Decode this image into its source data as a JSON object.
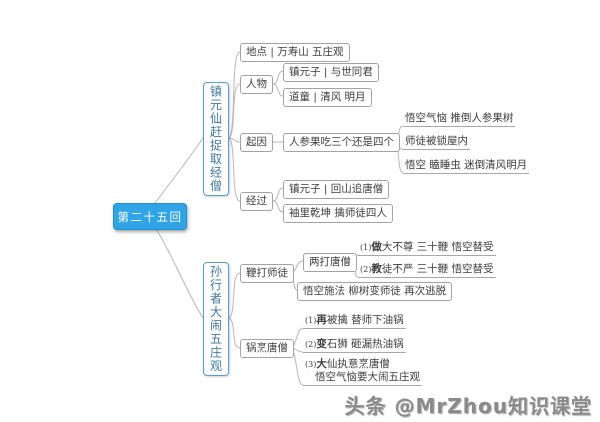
{
  "colors": {
    "root_fill": "#31a4e6",
    "root_border": "#1f8fd0",
    "branch_border": "#5b9bd5",
    "branch_text": "#41799f",
    "node_border": "#a3a3a3",
    "node_text": "#3d3d3d",
    "connector_line": "#b7b7b7",
    "watermark_text": "#8a8a8a"
  },
  "root": {
    "label": "第二十五回"
  },
  "branch_top": {
    "label": "镇元仙赶捉取经僧",
    "location": {
      "label": "地点 | 万寿山 五庄观"
    },
    "people": {
      "label": "人物",
      "items": [
        "镇元子 | 与世同君",
        "道童 | 清风 明月"
      ]
    },
    "cause": {
      "label": "起因",
      "main": "人参果吃三个还是四个",
      "details": [
        "悟空气恼 推倒人参果树",
        "师徒被锁屋内",
        "悟空 瞌睡虫 迷倒清风明月"
      ]
    },
    "course": {
      "label": "经过",
      "items": [
        "镇元子 | 回山追唐僧",
        "袖里乾坤 擒师徒四人"
      ]
    }
  },
  "branch_bottom": {
    "label": "孙行者大闹五庄观",
    "whip": {
      "label": "鞭打师徒",
      "twice": {
        "label": "两打唐僧",
        "items": [
          {
            "num": "(1)",
            "bold": "做",
            "rest": "大不尊 三十鞭 悟空替受"
          },
          {
            "num": "(2)",
            "bold": "教",
            "rest": "徒不严 三十鞭 悟空替受"
          }
        ]
      },
      "escape": {
        "label": "悟空施法 柳树变师徒 再次逃脱"
      }
    },
    "boil": {
      "label": "锅烹唐僧",
      "items": [
        {
          "num": "(1)",
          "bold": "再",
          "rest": "被擒 替师下油锅"
        },
        {
          "num": "(2)",
          "bold": "变",
          "rest": "石狮 砸漏热油锅"
        },
        {
          "num": "(3)",
          "bold": "大",
          "rest": "仙执意烹唐僧",
          "line2": "悟空气恼要大闹五庄观"
        }
      ]
    }
  },
  "watermark": "头条 @MrZhou知识课堂"
}
